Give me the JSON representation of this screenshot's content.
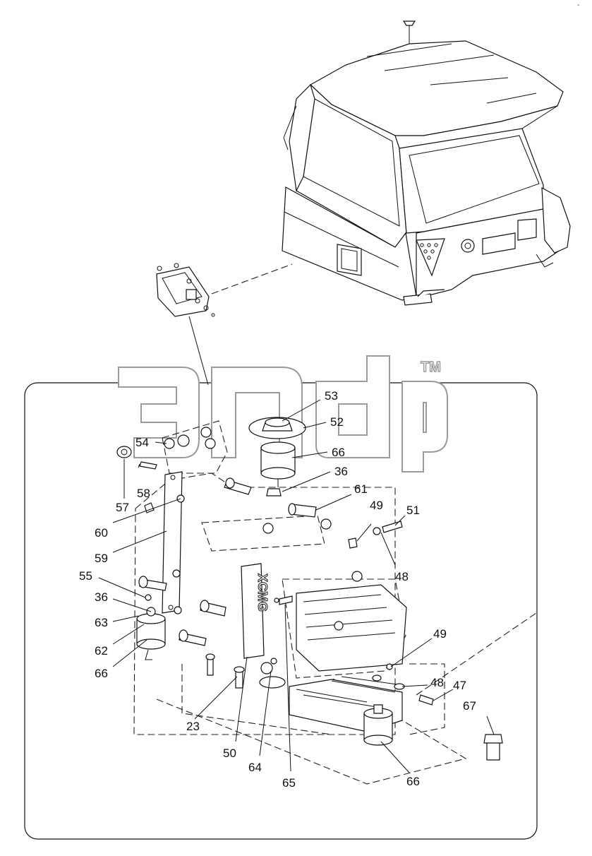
{
  "watermark": {
    "text": "əлdp",
    "tm": "TM"
  },
  "corner_mark": "-",
  "callouts": [
    {
      "id": "c53",
      "text": "53"
    },
    {
      "id": "c52",
      "text": "52"
    },
    {
      "id": "c66a",
      "text": "66"
    },
    {
      "id": "c54",
      "text": "54"
    },
    {
      "id": "c36a",
      "text": "36"
    },
    {
      "id": "c58",
      "text": "58"
    },
    {
      "id": "c57",
      "text": "57"
    },
    {
      "id": "c61",
      "text": "61"
    },
    {
      "id": "c49a",
      "text": "49"
    },
    {
      "id": "c51",
      "text": "51"
    },
    {
      "id": "c60",
      "text": "60"
    },
    {
      "id": "c48a",
      "text": "48"
    },
    {
      "id": "c59",
      "text": "59"
    },
    {
      "id": "c55",
      "text": "55"
    },
    {
      "id": "c36b",
      "text": "36"
    },
    {
      "id": "c63",
      "text": "63"
    },
    {
      "id": "c62",
      "text": "62"
    },
    {
      "id": "c66b",
      "text": "66"
    },
    {
      "id": "c49b",
      "text": "49"
    },
    {
      "id": "c48b",
      "text": "48"
    },
    {
      "id": "c47",
      "text": "47"
    },
    {
      "id": "c67",
      "text": "67"
    },
    {
      "id": "c23",
      "text": "23"
    },
    {
      "id": "c50",
      "text": "50"
    },
    {
      "id": "c64",
      "text": "64"
    },
    {
      "id": "c65",
      "text": "65"
    },
    {
      "id": "c66c",
      "text": "66"
    }
  ],
  "brand_plate": "XCMG"
}
